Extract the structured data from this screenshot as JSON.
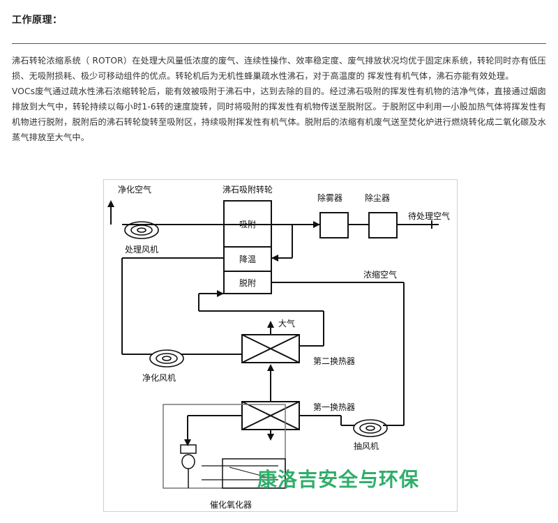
{
  "section": {
    "title": "工作原理："
  },
  "paragraphs": [
    "沸石转轮浓缩系统（ ROTOR）在处理大风量低浓度的废气、连续性操作、效率稳定度、废气排放状况均优于固定床系统，转轮同时亦有低压损、无吸附损耗、极少可移动组件的优点。转轮机后为无机性蜂巢疏水性沸石，对于高温度的 挥发性有机气体，沸石亦能有效处理。",
    "VOCs废气通过疏水性沸石浓缩转轮后，能有效被吸附于沸石中，达到去除的目的。经过沸石吸附的挥发性有机物的洁净气体，直接通过烟囱排放到大气中，转轮持续以每小时1-6转的速度旋转，同时将吸附的挥发性有机物传送至脱附区。于脱附区中利用一小股加热气体将挥发性有机物进行脱附，脱附后的沸石转轮旋转至吸附区，持续吸附挥发性有机气体。脱附后的浓缩有机废气送至焚化炉进行燃烧转化成二氧化碳及水蒸气排放至大气中。"
  ],
  "diagram": {
    "labels": {
      "clean_air": "净化空气",
      "rotor": "沸石吸附转轮",
      "demister": "除雾器",
      "dust_remover": "除尘器",
      "air_to_treat": "待处理空气",
      "adsorption": "吸附",
      "cooling": "降温",
      "desorption": "脱附",
      "process_fan": "处理风机",
      "concentrated_air": "浓缩空气",
      "atmosphere": "大气",
      "second_exchanger": "第二换热器",
      "purify_fan": "净化风机",
      "first_exchanger": "第一换热器",
      "exhaust_fan": "抽风机",
      "catalytic_oxidizer": "催化氧化器"
    },
    "watermark": "康洛吉安全与环保"
  }
}
